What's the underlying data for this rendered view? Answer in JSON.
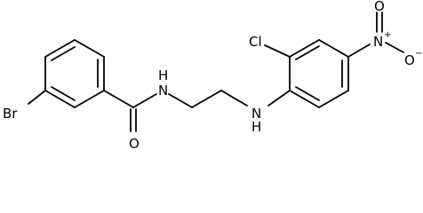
{
  "atoms": {
    "br": "Br",
    "o_carbonyl": "O",
    "nh_amide": "H",
    "n_amide": "N",
    "nh_amine": "H",
    "n_amine": "N",
    "cl": "Cl",
    "n_nitro": "N",
    "n_nitro_charge": "+",
    "o_nitro_top": "O",
    "o_nitro_right": "O",
    "o_nitro_charge": "−"
  },
  "colors": {
    "bond": "#000000",
    "background": "#ffffff"
  }
}
